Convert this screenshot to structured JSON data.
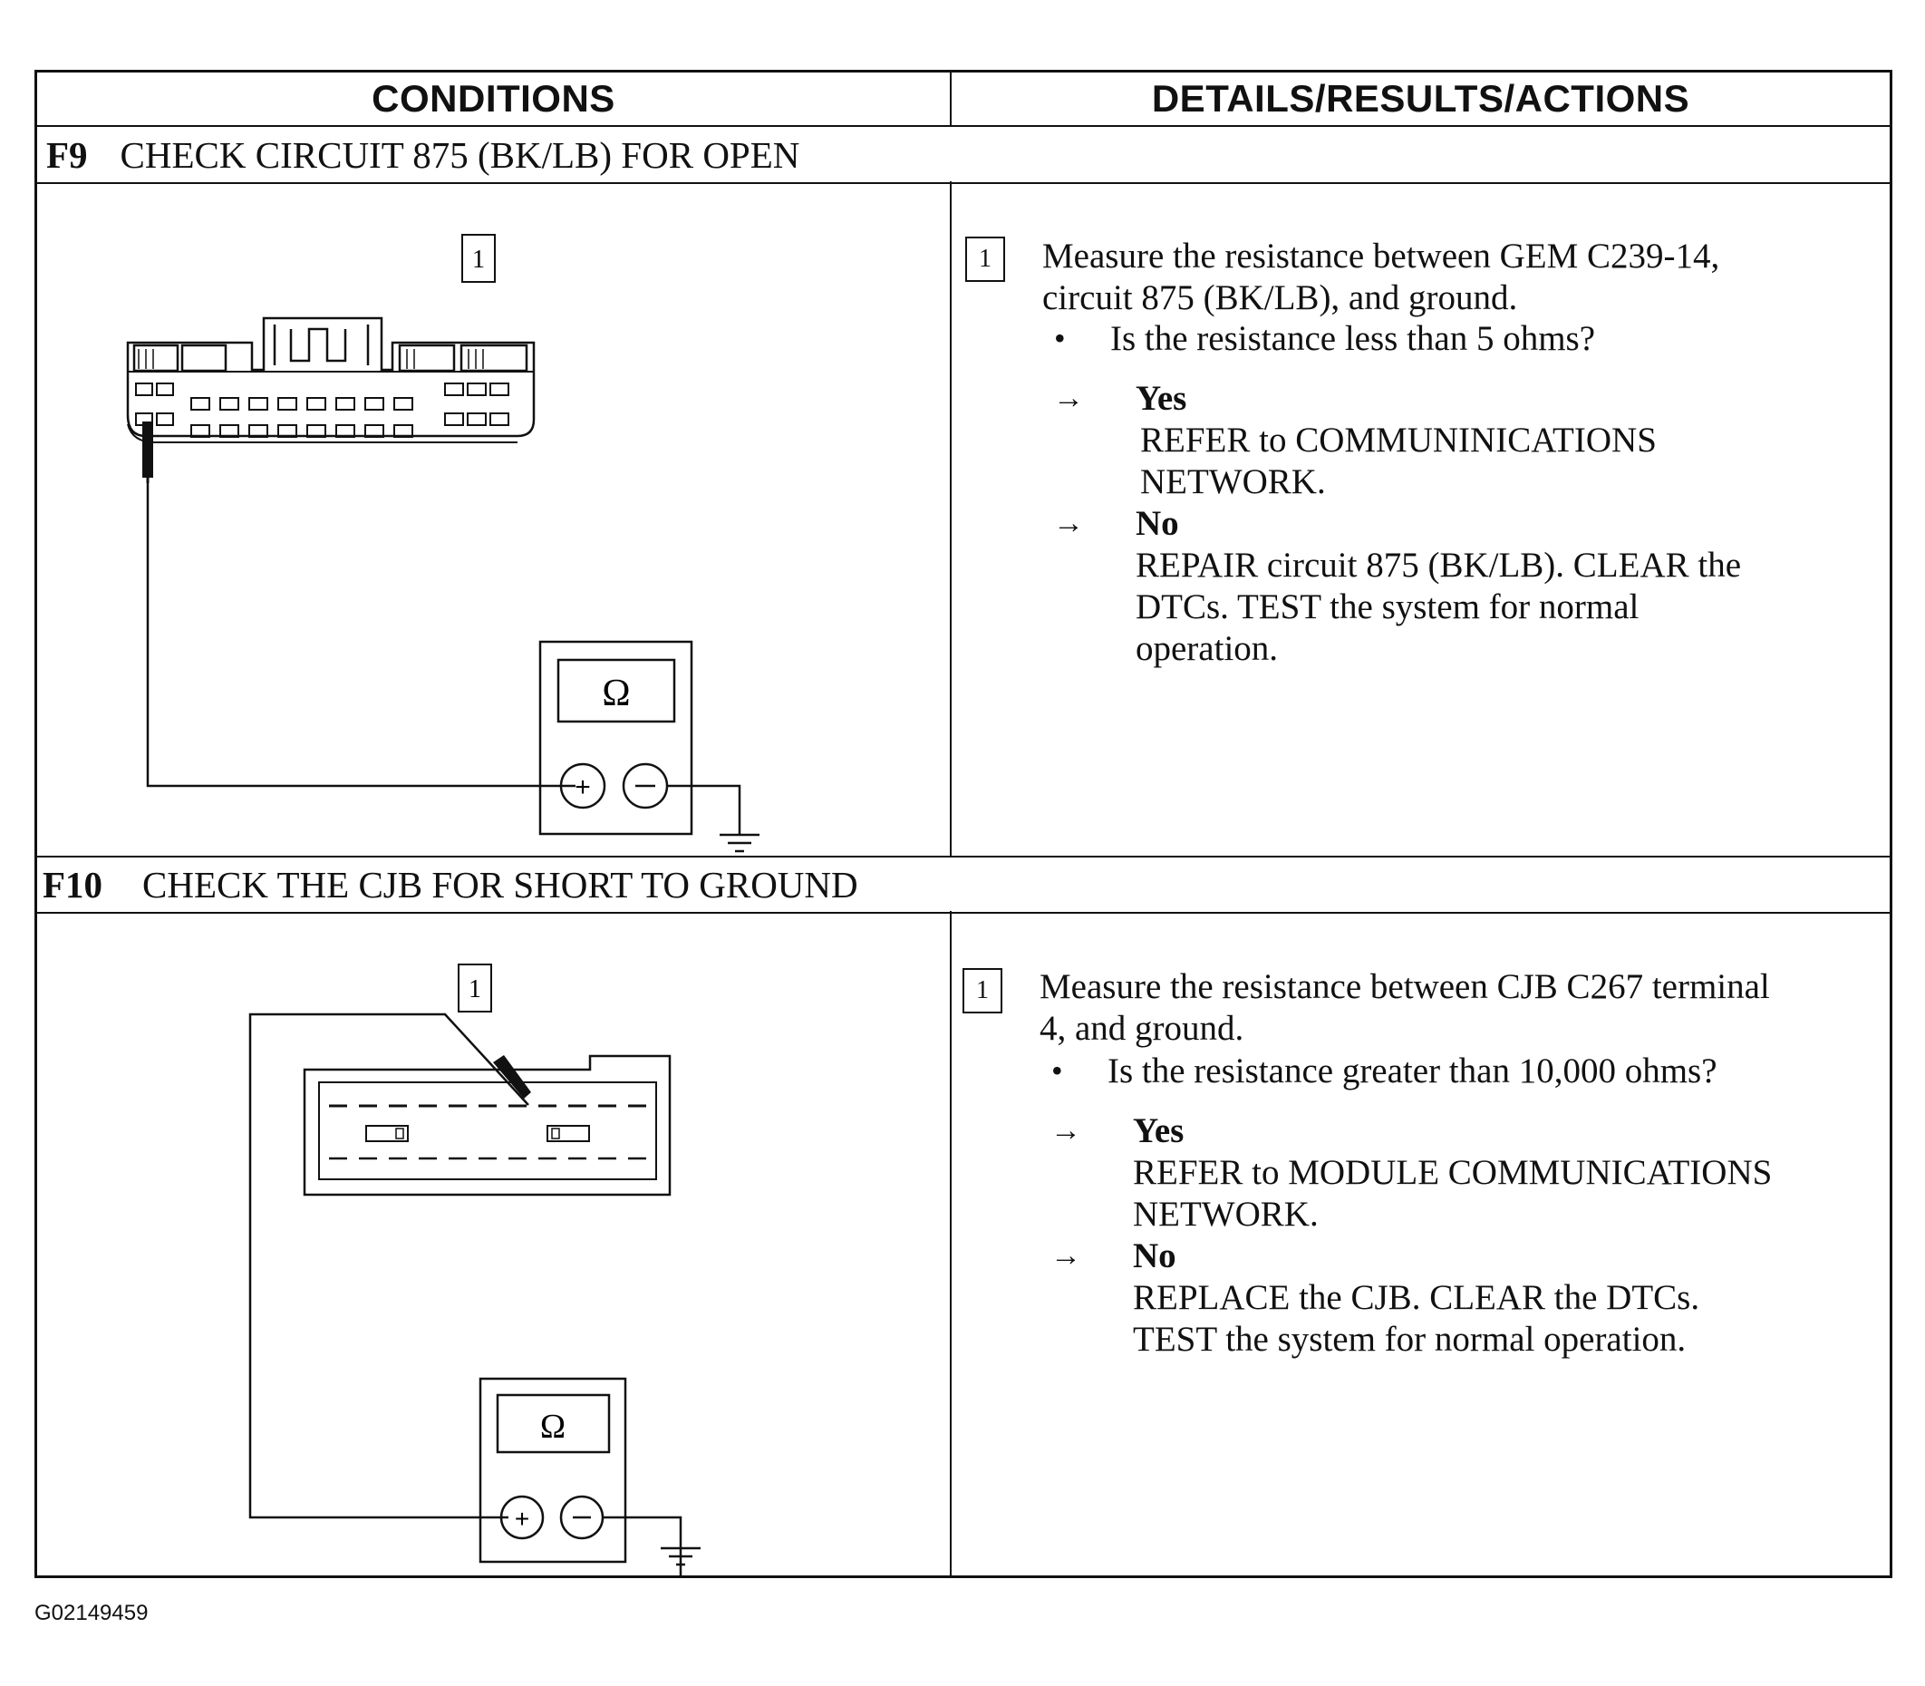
{
  "header": {
    "conditions": "CONDITIONS",
    "details": "DETAILS/RESULTS/ACTIONS"
  },
  "steps": [
    {
      "id": "F9",
      "title": "CHECK CIRCUIT 875 (BK/LB) FOR OPEN",
      "figure_label": "1",
      "meter_symbol": "Ω",
      "badge": "1",
      "instruction": [
        "Measure the resistance between GEM C239-14,",
        "circuit 875 (BK/LB), and ground."
      ],
      "bullet": "•",
      "question": "Is the resistance less than 5 ohms?",
      "arrow": "→",
      "yes_label": "Yes",
      "yes_text": [
        "REFER to COMMUNINICATIONS",
        "NETWORK."
      ],
      "no_label": "No",
      "no_text": [
        "REPAIR circuit 875 (BK/LB). CLEAR the",
        "DTCs. TEST the system for normal",
        "operation."
      ]
    },
    {
      "id": "F10",
      "title": "CHECK THE CJB FOR SHORT TO GROUND",
      "figure_label": "1",
      "meter_symbol": "Ω",
      "badge": "1",
      "instruction": [
        "Measure the resistance between CJB C267 terminal",
        "4, and ground."
      ],
      "bullet": "•",
      "question": "Is the resistance greater than 10,000 ohms?",
      "arrow": "→",
      "yes_label": "Yes",
      "yes_text": [
        "REFER to MODULE COMMUNICATIONS",
        "NETWORK."
      ],
      "no_label": "No",
      "no_text": [
        "REPLACE the CJB. CLEAR the DTCs.",
        "TEST the system for normal operation."
      ]
    }
  ],
  "footer": {
    "figure_id": "G02149459"
  }
}
